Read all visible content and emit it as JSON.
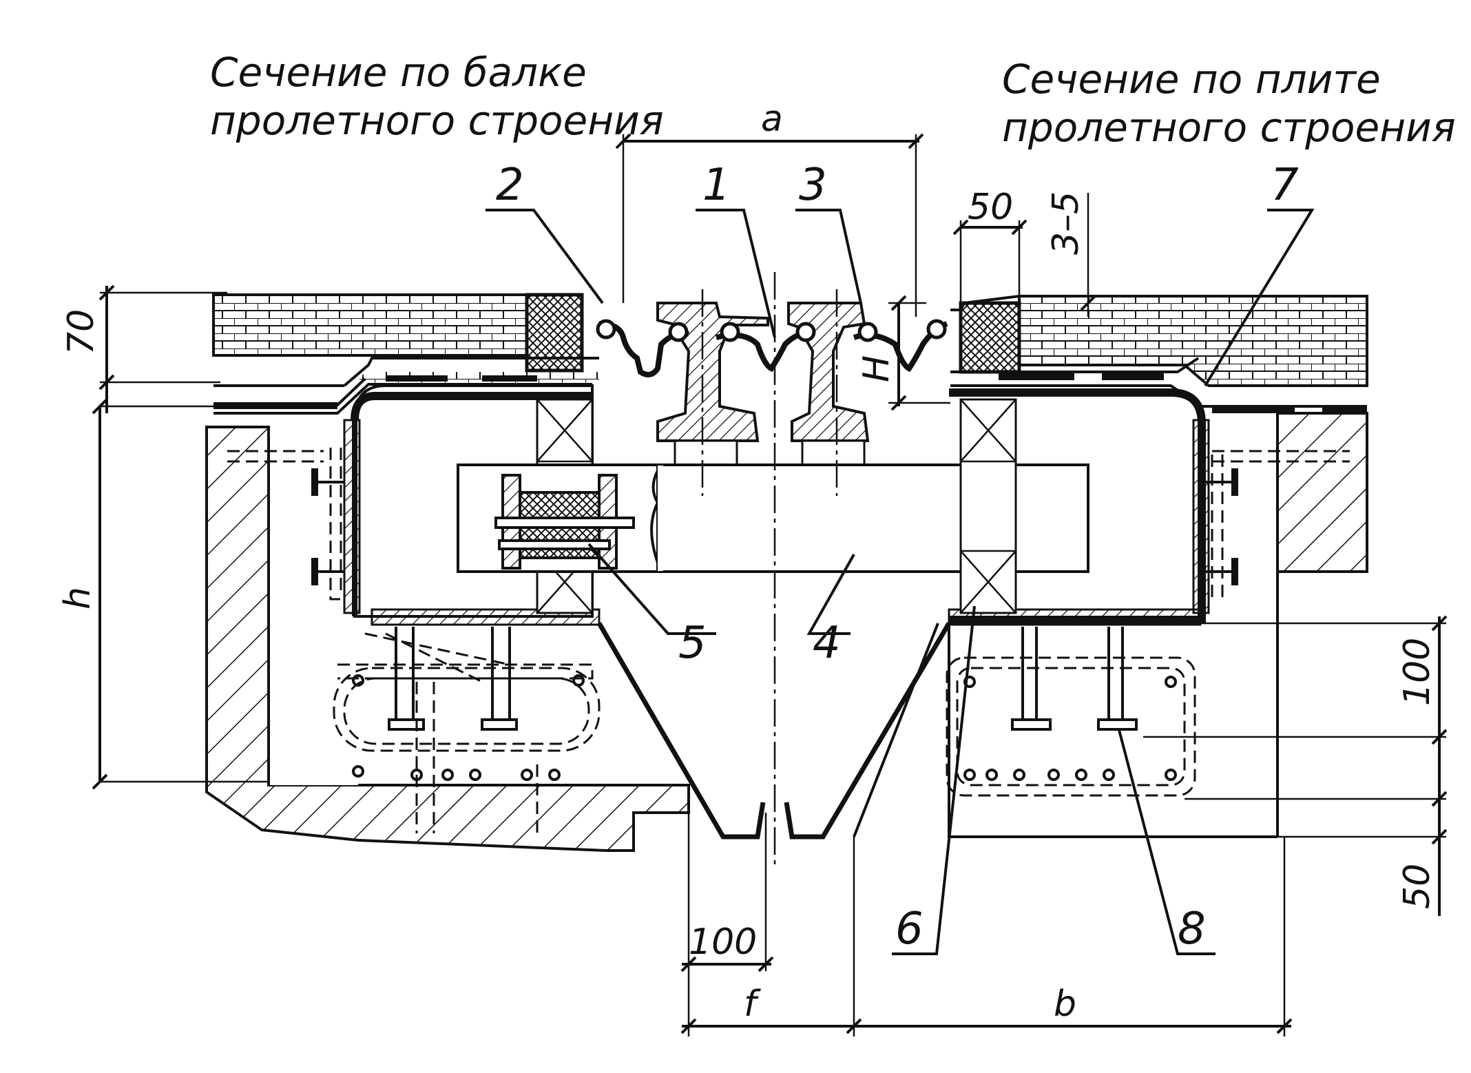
{
  "titles": {
    "left_line1": "Сечение по балке",
    "left_line2": "пролетного строения",
    "right_line1": "Сечение по плите",
    "right_line2": "пролетного строения"
  },
  "callouts": {
    "n1": "1",
    "n2": "2",
    "n3": "3",
    "n4": "4",
    "n5": "5",
    "n6": "6",
    "n7": "7",
    "n8": "8"
  },
  "dimensions": {
    "a": "a",
    "h": "h",
    "H": "H",
    "f": "f",
    "b": "b",
    "d70": "70",
    "d50_top": "50",
    "d3_5": "3–5",
    "d100_right": "100",
    "d50_right": "50",
    "d100_bottom": "100"
  }
}
